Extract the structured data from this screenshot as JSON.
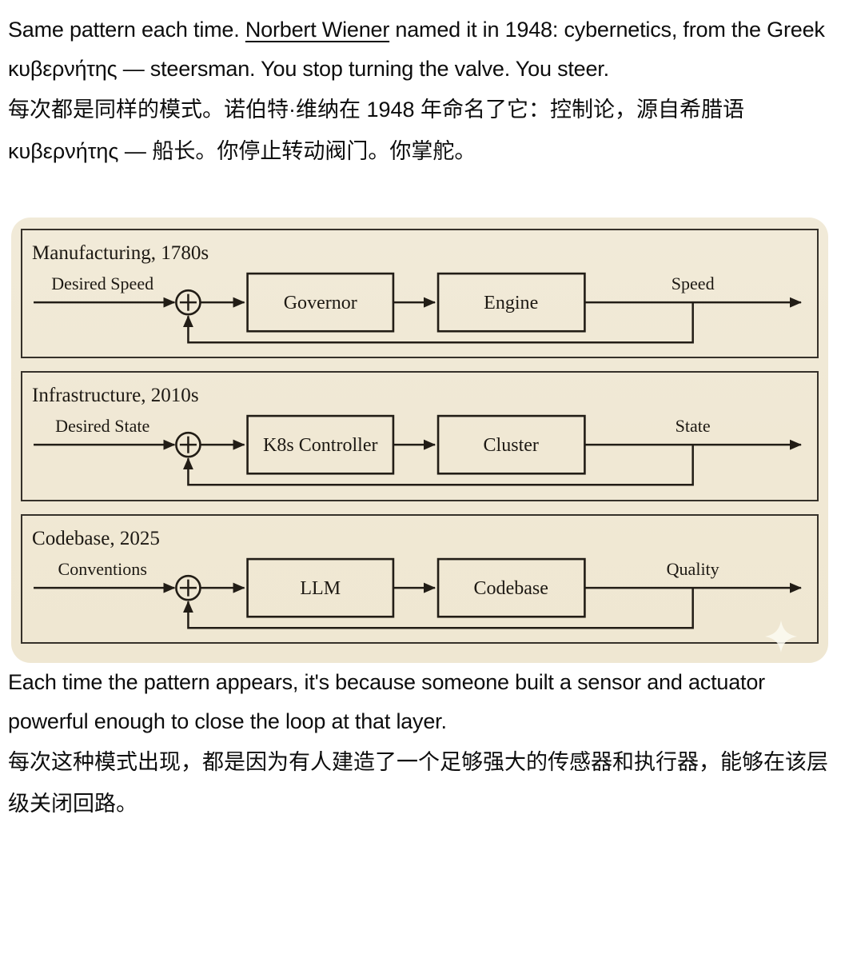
{
  "page": {
    "background_color": "#ffffff",
    "text_color": "#0d0d0d"
  },
  "intro_en": {
    "before": "Same pattern each time. ",
    "link": "Norbert Wiener",
    "after": " named it in 1948: cybernetics, from the Greek κυβερνήτης — steersman. You stop turning the valve. You steer."
  },
  "intro_zh": "每次都是同样的模式。诺伯特·维纳在 1948 年命名了它：控制论，源自希腊语 κυβερνήτης — 船长。你停止转动阀门。你掌舵。",
  "outro_en": "Each time the pattern appears, it's because someone built a sensor and actuator powerful enough to close the loop at that layer.",
  "outro_zh": "每次这种模式出现，都是因为有人建造了一个足够强大的传感器和执行器，能够在该层级关闭回路。",
  "diagram": {
    "background_color": "#f0e9d6",
    "ink_color": "#221d16",
    "watermark_icon": "sparkle-four-point-star",
    "junction_symbol": "+",
    "panels": [
      {
        "title": "Manufacturing, 1780s",
        "input_label": "Desired Speed",
        "controller": "Governor",
        "plant": "Engine",
        "output_label": "Speed"
      },
      {
        "title": "Infrastructure, 2010s",
        "input_label": "Desired State",
        "controller": "K8s Controller",
        "plant": "Cluster",
        "output_label": "State"
      },
      {
        "title": "Codebase, 2025",
        "input_label": "Conventions",
        "controller": "LLM",
        "plant": "Codebase",
        "output_label": "Quality"
      }
    ]
  }
}
